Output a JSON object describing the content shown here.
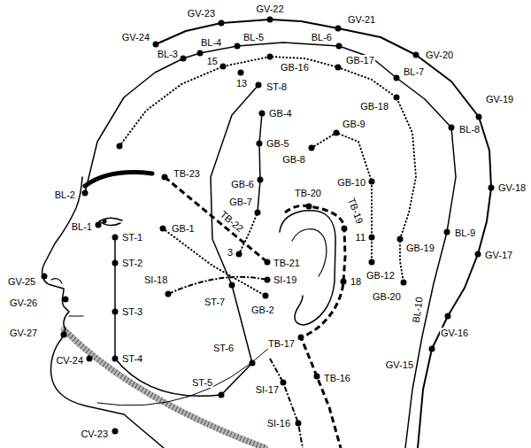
{
  "diagram": {
    "labels": [
      "GV-23",
      "GV-22",
      "GV-21",
      "GV-24",
      "BL-4",
      "BL-5",
      "BL-6",
      "BL-3",
      "15",
      "GB-16",
      "GB-17",
      "13",
      "ST-8",
      "GV-20",
      "BL-7",
      "GB-18",
      "GV-19",
      "GB-4",
      "BL-8",
      "GB-9",
      "GB-5",
      "GB-8",
      "TB-23",
      "GB-10",
      "GB-6",
      "GV-18",
      "BL-2",
      "TB-20",
      "GB-7",
      "TB-22",
      "TB-19",
      "BL-1",
      "GB-1",
      "BL-9",
      "ST-1",
      "11",
      "GB-19",
      "3",
      "GV-17",
      "ST-2",
      "TB-21",
      "GB-12",
      "SI-18",
      "SI-19",
      "18",
      "GV-25",
      "GB-20",
      "ST-7",
      "GB-2",
      "ST-3",
      "GV-26",
      "GV-27",
      "BL-10",
      "GV-16",
      "TB-17",
      "ST-4",
      "CV-24",
      "GV-15",
      "ST-6",
      "TB-16",
      "ST-5",
      "SI-17",
      "SI-16",
      "CV-23"
    ]
  }
}
